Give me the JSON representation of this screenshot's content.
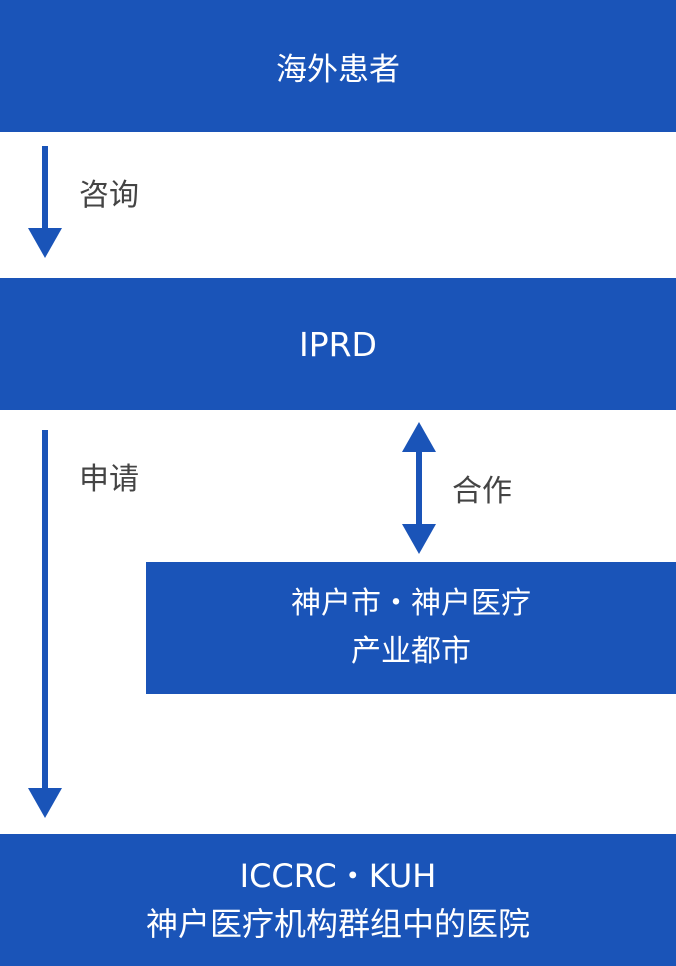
{
  "nodes": {
    "overseas_patient": {
      "label": "海外患者"
    },
    "iprd": {
      "label": "IPRD"
    },
    "kobe_city": {
      "line1": "神户市・神户医疗",
      "line2": "产业都市"
    },
    "iccrc": {
      "line1": "ICCRC・KUH",
      "line2": "神户医疗机构群组中的医院"
    }
  },
  "edges": {
    "consult": {
      "label": "咨询",
      "from": "overseas_patient",
      "to": "iprd",
      "direction": "down"
    },
    "apply": {
      "label": "申请",
      "from": "iprd",
      "to": "iccrc",
      "direction": "down"
    },
    "cooperate": {
      "label": "合作",
      "from": "iprd",
      "to": "kobe_city",
      "direction": "both"
    }
  },
  "colors": {
    "box_fill": "#1a54b8",
    "arrow": "#1a54b8",
    "box_text": "#ffffff",
    "label_text": "#444444"
  }
}
